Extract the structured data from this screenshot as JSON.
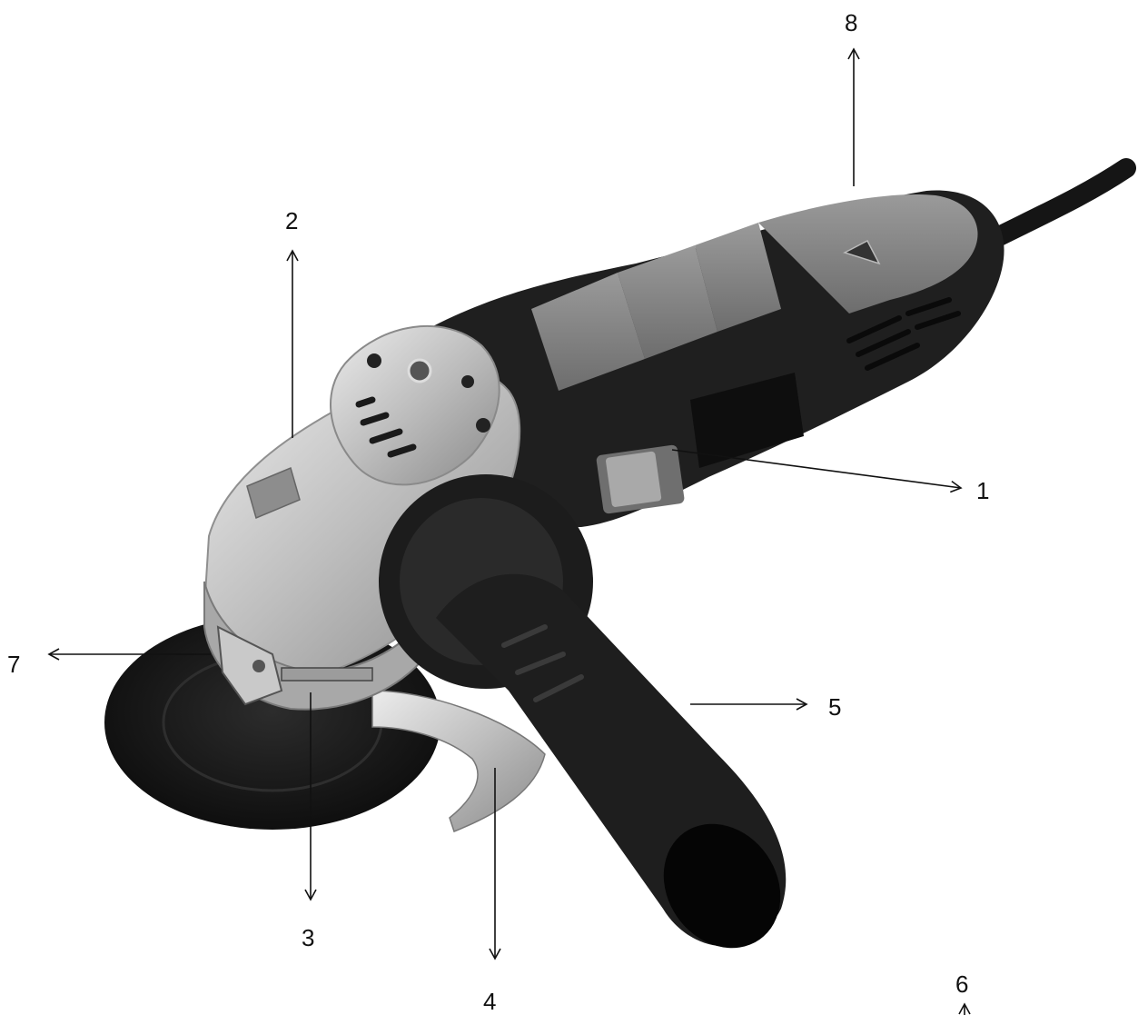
{
  "callouts": [
    {
      "id": "1",
      "label": "1"
    },
    {
      "id": "2",
      "label": "2"
    },
    {
      "id": "3",
      "label": "3"
    },
    {
      "id": "4",
      "label": "4"
    },
    {
      "id": "5",
      "label": "5"
    },
    {
      "id": "6",
      "label": "6"
    },
    {
      "id": "7",
      "label": "7"
    },
    {
      "id": "8",
      "label": "8"
    }
  ],
  "colors": {
    "body_black": "#1f1f1f",
    "grip_grey": "#7a7a7a",
    "gear_silver": "#cfcfcf",
    "disc_black": "#141414"
  }
}
